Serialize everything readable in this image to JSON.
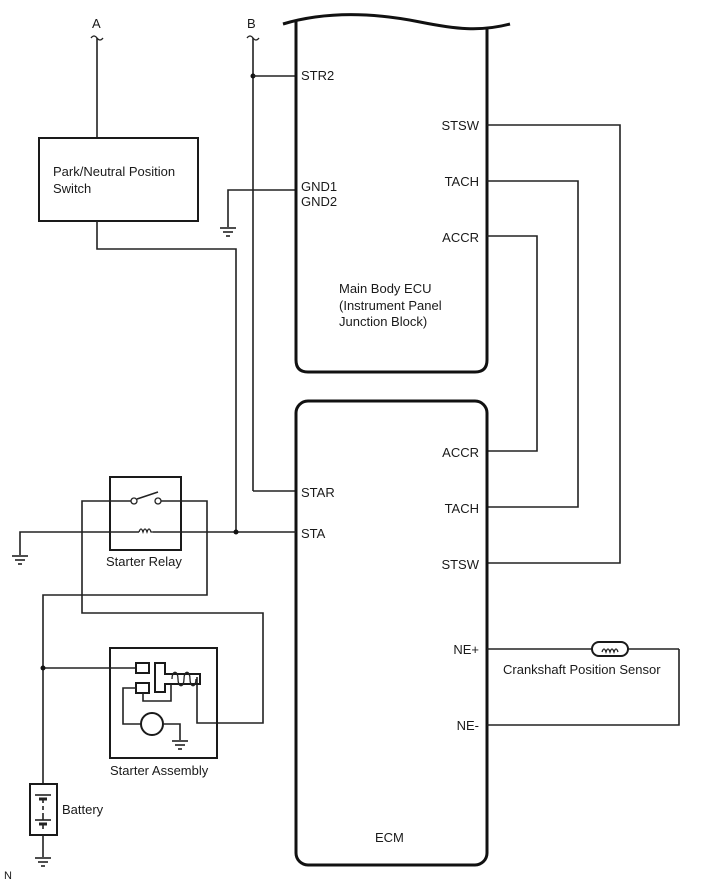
{
  "connectors": {
    "a": "A",
    "b": "B"
  },
  "components": {
    "park_neutral_switch": [
      "Park/Neutral Position",
      "Switch"
    ],
    "main_body_ecu": [
      "Main Body ECU",
      "(Instrument Panel",
      "Junction Block)"
    ],
    "ecm": "ECM",
    "starter_relay": "Starter Relay",
    "starter_assembly": "Starter Assembly",
    "battery": "Battery",
    "crankshaft_sensor": "Crankshaft Position Sensor"
  },
  "main_body_ecu_pins": {
    "left": [
      "STR2",
      "GND1",
      "GND2"
    ],
    "right": [
      "STSW",
      "TACH",
      "ACCR"
    ]
  },
  "ecm_pins": {
    "left": [
      "STAR",
      "STA"
    ],
    "right": [
      "ACCR",
      "TACH",
      "STSW",
      "NE+",
      "NE-"
    ]
  },
  "corner_mark": "N"
}
